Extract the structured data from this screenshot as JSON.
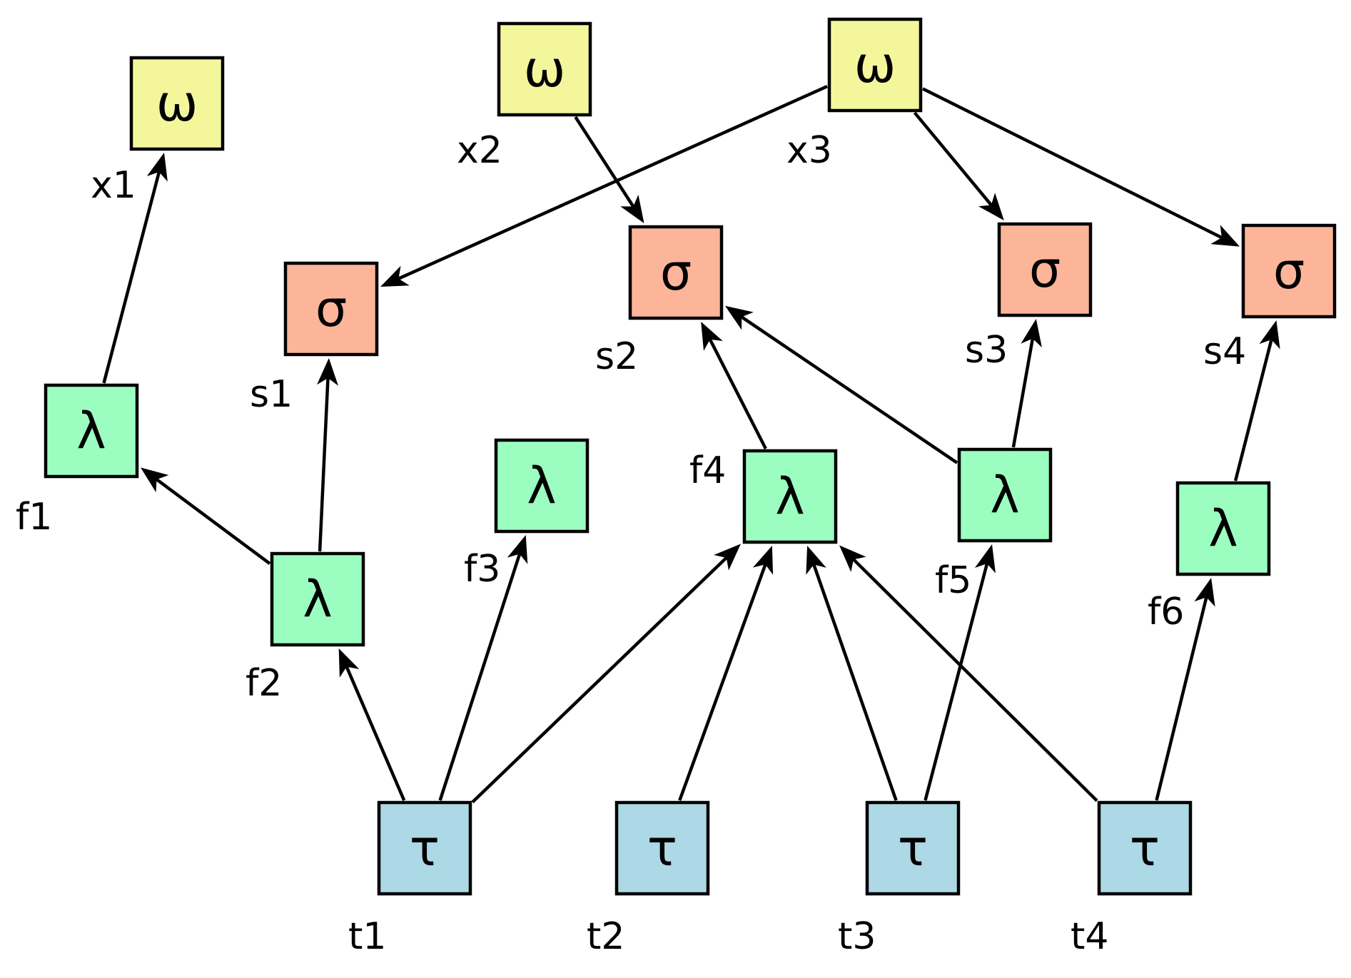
{
  "diagram": {
    "node_types": {
      "omega": {
        "symbol": "ω",
        "color": "#f4f69c"
      },
      "sigma": {
        "symbol": "σ",
        "color": "#fdb59a"
      },
      "lambda": {
        "symbol": "λ",
        "color": "#9cfdc0"
      },
      "tau": {
        "symbol": "τ",
        "color": "#add8e6"
      }
    },
    "nodes": [
      {
        "id": "x1",
        "label": "x1",
        "type": "omega"
      },
      {
        "id": "x2",
        "label": "x2",
        "type": "omega"
      },
      {
        "id": "x3",
        "label": "x3",
        "type": "omega"
      },
      {
        "id": "s1",
        "label": "s1",
        "type": "sigma"
      },
      {
        "id": "s2",
        "label": "s2",
        "type": "sigma"
      },
      {
        "id": "s3",
        "label": "s3",
        "type": "sigma"
      },
      {
        "id": "s4",
        "label": "s4",
        "type": "sigma"
      },
      {
        "id": "f1",
        "label": "f1",
        "type": "lambda"
      },
      {
        "id": "f2",
        "label": "f2",
        "type": "lambda"
      },
      {
        "id": "f3",
        "label": "f3",
        "type": "lambda"
      },
      {
        "id": "f4",
        "label": "f4",
        "type": "lambda"
      },
      {
        "id": "f5",
        "label": "f5",
        "type": "lambda"
      },
      {
        "id": "f6",
        "label": "f6",
        "type": "lambda"
      },
      {
        "id": "t1",
        "label": "t1",
        "type": "tau"
      },
      {
        "id": "t2",
        "label": "t2",
        "type": "tau"
      },
      {
        "id": "t3",
        "label": "t3",
        "type": "tau"
      },
      {
        "id": "t4",
        "label": "t4",
        "type": "tau"
      }
    ],
    "edges": [
      {
        "from": "f1",
        "to": "x1"
      },
      {
        "from": "f2",
        "to": "f1"
      },
      {
        "from": "f2",
        "to": "s1"
      },
      {
        "from": "x2",
        "to": "s2"
      },
      {
        "from": "x3",
        "to": "s1"
      },
      {
        "from": "x3",
        "to": "s3"
      },
      {
        "from": "x3",
        "to": "s4"
      },
      {
        "from": "f4",
        "to": "s2"
      },
      {
        "from": "f5",
        "to": "s2"
      },
      {
        "from": "f5",
        "to": "s3"
      },
      {
        "from": "f6",
        "to": "s4"
      },
      {
        "from": "t1",
        "to": "f2"
      },
      {
        "from": "t1",
        "to": "f3"
      },
      {
        "from": "t1",
        "to": "f4"
      },
      {
        "from": "t2",
        "to": "f4"
      },
      {
        "from": "t3",
        "to": "f4"
      },
      {
        "from": "t3",
        "to": "f5"
      },
      {
        "from": "t4",
        "to": "f4"
      },
      {
        "from": "t4",
        "to": "f6"
      }
    ]
  }
}
